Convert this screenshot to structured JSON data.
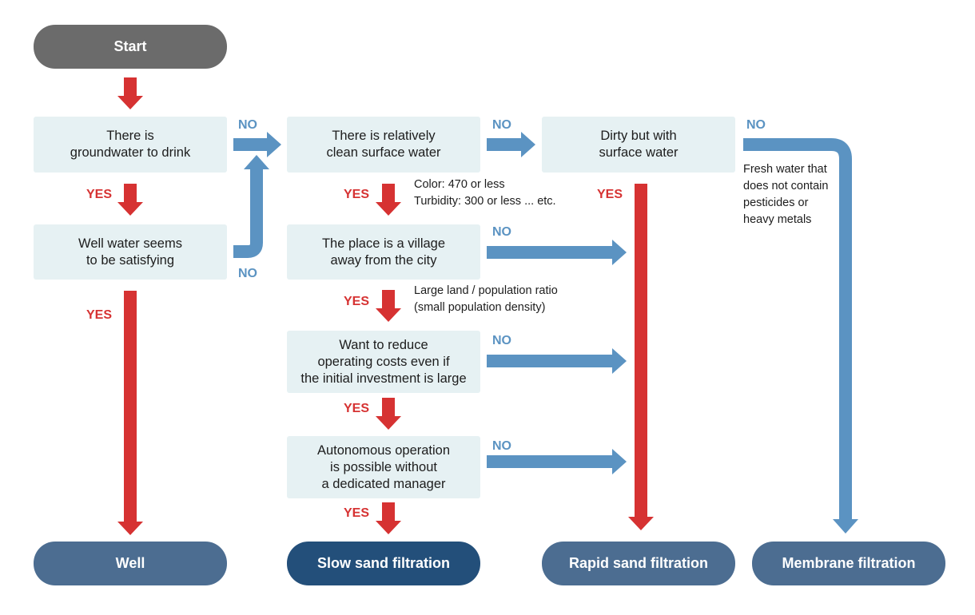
{
  "start": "Start",
  "questions": {
    "groundwater": "There is\ngroundwater to drink",
    "well_water": "Well water seems\nto be satisfying",
    "clean_surface": "There is relatively\nclean surface water",
    "dirty_surface": "Dirty but with\nsurface water",
    "village": "The place is a village\naway from the city",
    "reduce_costs": "Want to reduce\noperating costs even if\nthe initial investment is large",
    "autonomous": "Autonomous operation\nis possible without\na dedicated manager"
  },
  "outcomes": {
    "well": "Well",
    "slow_sand": "Slow sand filtration",
    "rapid_sand": "Rapid sand filtration",
    "membrane": "Membrane filtration"
  },
  "labels": {
    "yes": "YES",
    "no": "NO"
  },
  "notes": {
    "clean_criteria": "Color: 470 or less\nTurbidity: 300 or less ... etc.",
    "density": "Large land / population ratio\n (small population density)",
    "membrane_condition": "Fresh water that\ndoes not contain\npesticides or\nheavy metals"
  },
  "colors": {
    "yes_arrow": "#d63232",
    "no_arrow": "#5b93c2"
  }
}
